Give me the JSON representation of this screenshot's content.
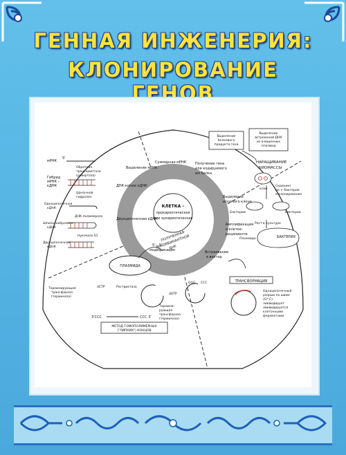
{
  "poster": {
    "title_line1": "ГЕННАЯ  ИНЖЕНЕРИЯ:",
    "title_line2": "КЛОНИРОВАНИЕ  ГЕНОВ"
  },
  "center": {
    "cell_line1": "КЛЕТКА –",
    "cell_line2": "прокариотическая",
    "cell_line3": "или эукариотическая",
    "ring_line1": "ПОЛУЧЕННАЯ",
    "ring_line2": "РЕКОМБИНАНТНОЙ",
    "ring_line3": "ДНК"
  },
  "steps": {
    "isolation_mrna": "Выделение мРНК",
    "total_mrna": "Суммарная мРНК",
    "gene_receiving_1": "Получение гена",
    "gene_receiving_2": "или кодируемого",
    "gene_receiving_3": "им белка",
    "dna_copy": "ДНК-копии кДНК",
    "double_chain": "Двухцепочечная кДНК",
    "clone_isolation_1": "Выделение",
    "clone_isolation_2": "искомого клона",
    "amplification_1": "Амплификация",
    "amplification_2": "в клетке-",
    "amplification_3": "реципиенте",
    "modification_1": "5'-, 3'-",
    "modification_2": "модификация",
    "insertion_1": "Встраивание",
    "insertion_2": "в вектор"
  },
  "left": {
    "mrna": "мРНК",
    "hybrid_1": "Гибрид",
    "hybrid_2": "мРНК –",
    "hybrid_3": "кДНК",
    "reverse_transcriptase_1": "Обратная",
    "reverse_transcriptase_2": "транскриптаза",
    "reverse_transcriptase_3": "(ревертаза)",
    "alkaline_hydrolysis_1": "Щелочной",
    "alkaline_hydrolysis_2": "гидролиз",
    "single_chain_1": "Одноцепочечная",
    "single_chain_2": "кДНК",
    "dna_polymerase": "ДНК-полимераза",
    "hairpin_1": "Шпилькообразная",
    "hairpin_2": "кДНК",
    "nuclease": "Нуклеаза S1",
    "double_chain_1": "Двухцепочечная",
    "double_chain_2": "кДНК",
    "five_prime": "5'",
    "three_prime": "3'"
  },
  "right": {
    "protein_product_1": "Выделение",
    "protein_product_2": "белкового",
    "protein_product_3": "продукта гена",
    "inserted_dna_1": "Выделение",
    "inserted_dna_2": "встроенной ДНК",
    "inserted_dna_3": "из очищенных",
    "inserted_dna_4": "плазмид",
    "biomass_1": "НАРАЩИВАНИЕ",
    "biomass_2": "БИОМАССЫ",
    "clone": "клон",
    "screening_1": "Скрининг",
    "screening_2": "по + бактерии",
    "screening_3": "и клонирование",
    "bacteria_left": "Бактерии",
    "bacteria_right": "Бактерии",
    "culture_growth": "Рост в культуре",
    "plasmid": "Плазмида",
    "bacterium": "БАКТЕРИЯ",
    "transformation": "ТРАНСФОРМАЦИЯ",
    "single_chain_gap_1": "Одноцепочечный",
    "single_chain_gap_2": "разрыв по швам",
    "single_chain_gap_3": "(G*-C)",
    "single_chain_gap_4": "ликвидирует",
    "single_chain_gap_5": "ликвидируется",
    "single_chain_gap_6": "клеточными",
    "single_chain_gap_7": "ферментами"
  },
  "bottom": {
    "plasmid": "ПЛАЗМИДА",
    "terminal_transferase_1": "Терминирующая",
    "terminal_transferase_2": "трансфераза",
    "terminal_transferase_3": "(терминаза)",
    "dctp": "dCTP",
    "restrictase": "Рестриктаза",
    "dgtp": "dGTP",
    "terminal2_1": "Термини-",
    "terminal2_2": "рующая",
    "terminal2_3": "трансфераза",
    "terminal2_4": "(терминаза)",
    "ggg": "GGG",
    "ccc": "CCC",
    "ccc_3": "CCC 3'",
    "seq_left": "3'CCC",
    "method_1": "МЕТОД ГОМОПОЛИМЕРНЫХ",
    "method_2": "(\"ЛИПКИХ\") КОНЦОВ",
    "g_label": "G"
  },
  "colors": {
    "title_fill": "#ffe23a",
    "title_outline": "#1d3f8a",
    "background": "#5bb8e6",
    "ring_gray": "#9a9a9a",
    "accent_red": "#c0392b"
  }
}
